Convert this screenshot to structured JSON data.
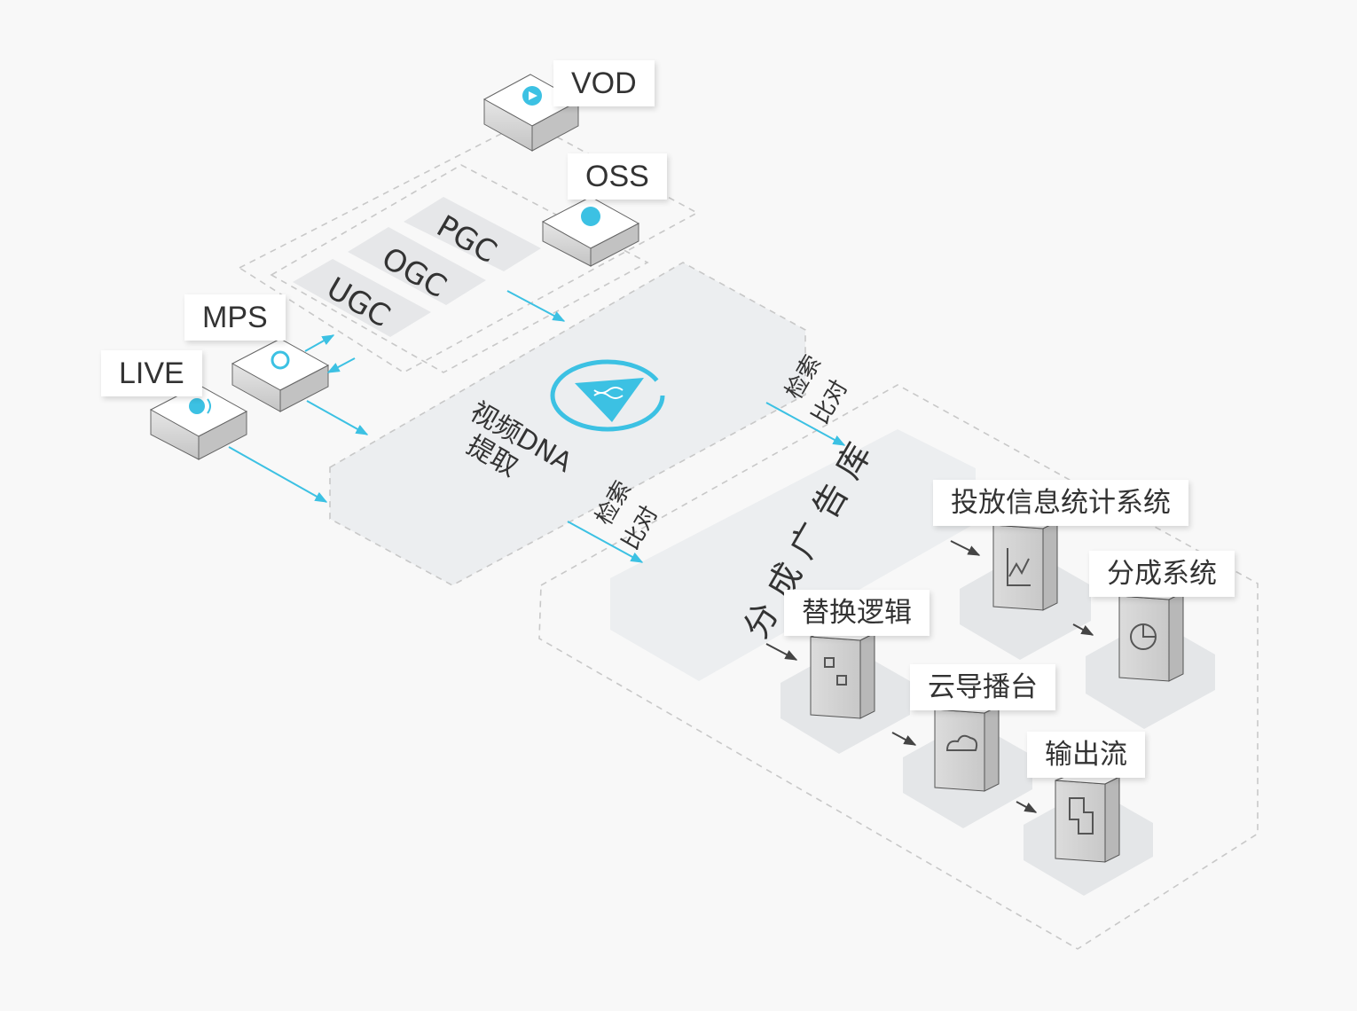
{
  "sources": {
    "vod": "VOD",
    "oss": "OSS",
    "mps": "MPS",
    "live": "LIVE"
  },
  "content_types": {
    "pgc": "PGC",
    "ogc": "OGC",
    "ugc": "UGC"
  },
  "dna_extraction": {
    "line1": "视频DNA",
    "line2": "提取"
  },
  "retrieve_compare": {
    "line1": "检索",
    "line2": "比对"
  },
  "ad_library": "分成广告库",
  "systems": {
    "delivery_stats": "投放信息统计系统",
    "revenue_share": "分成系统",
    "replace_logic": "替换逻辑",
    "cloud_director": "云导播台",
    "output_stream": "输出流"
  },
  "colors": {
    "accent": "#3cc1e3",
    "panel": "#eceef0",
    "dashed": "#c8c8c8",
    "text": "#333333"
  },
  "icons": {
    "vod": "play-circle-icon",
    "oss": "cloud-upload-icon",
    "mps": "transcode-icon",
    "live": "broadcast-icon",
    "dna": "dna-play-icon",
    "delivery_stats": "line-chart-icon",
    "revenue_share": "pie-chart-icon",
    "replace_logic": "swap-icon",
    "cloud_director": "cloud-signal-icon",
    "output_stream": "stream-output-icon"
  }
}
